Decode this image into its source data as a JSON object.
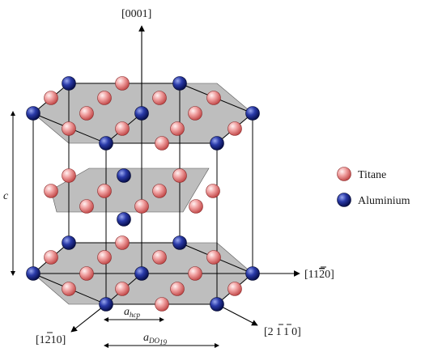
{
  "axes": {
    "c_axis": {
      "label": "[0001]"
    },
    "a1": {
      "text": "[11",
      "bar": "2",
      "tail": "0]"
    },
    "a2": {
      "pre": "[1",
      "bar": "2",
      "tail": "10]"
    },
    "a3": {
      "pre": "[2",
      "bar1": "1",
      "bar2": "1",
      "tail": "0]"
    }
  },
  "dimensions": {
    "c": "c",
    "a_hcp": {
      "main": "a",
      "sub": "hcp"
    },
    "a_do19": {
      "main": "a",
      "sub": "DO",
      "subsub": "19"
    }
  },
  "legend": {
    "items": [
      {
        "label": "Titane",
        "color": "#e07878"
      },
      {
        "label": "Aluminium",
        "color": "#1c2a8a"
      }
    ]
  },
  "colors": {
    "titane": "#e88080",
    "aluminium": "#1c2a8a",
    "plane_fill": "#a8a8a8",
    "line": "#000000"
  }
}
